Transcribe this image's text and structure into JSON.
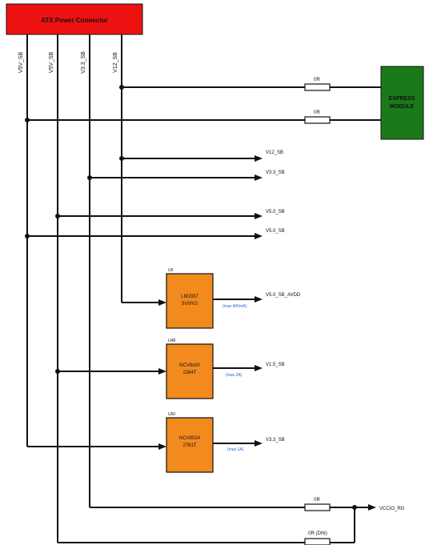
{
  "connector": {
    "title": "ATX Power Connector"
  },
  "rails": [
    "V5V_SB",
    "V5V_SB",
    "V3.3_SB",
    "V12_SB"
  ],
  "module": {
    "line1": "EXPRESS",
    "line2": "MODULE"
  },
  "resistor_labels": {
    "r_top": "0R",
    "r_mid": "0R",
    "r_vcc": "0R",
    "r_dni": "0R (DNI)"
  },
  "outputs": {
    "v12": "V12_SB",
    "v33": "V3.3_SB",
    "v50": "V5.0_SB",
    "v50b": "V5.0_SB",
    "avdd": "V5.0_SB_AVDD",
    "v15": "V1.5_SB",
    "v33b": "V3.3_SB",
    "vccio": "VCCIO_RG"
  },
  "regulators": [
    {
      "ref": "U9",
      "line1": "LM2937",
      "line2": "5V0/V2",
      "note": "(max 400mA)"
    },
    {
      "ref": "U48",
      "line1": "NCV8x00",
      "line2": "2264T",
      "note": "(max 2A)"
    },
    {
      "ref": "U50",
      "line1": "NCV8024",
      "line2": "2761T",
      "note": "(max 1A)"
    }
  ],
  "colors": {
    "connector": "#ee1111",
    "module": "#1a7a1a",
    "regulator": "#f28a1d",
    "wire": "#111111",
    "note": "#1f5fd6"
  }
}
